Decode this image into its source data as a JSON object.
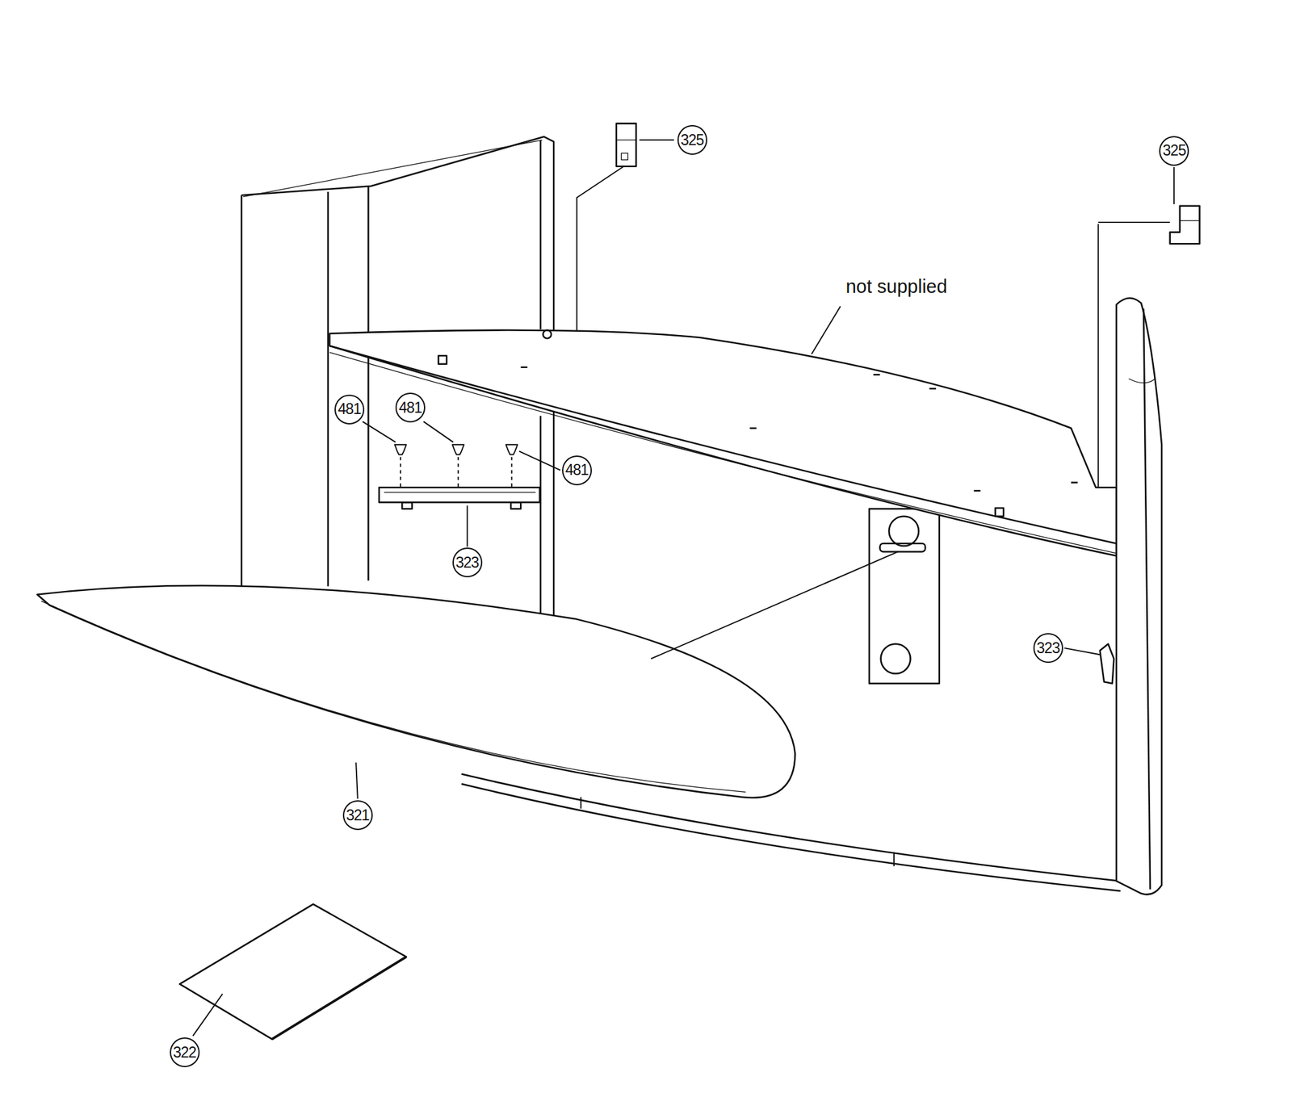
{
  "diagram": {
    "labels": [
      "325",
      "325",
      "not supplied",
      "481",
      "481",
      "481",
      "323",
      "323",
      "321",
      "322"
    ]
  }
}
